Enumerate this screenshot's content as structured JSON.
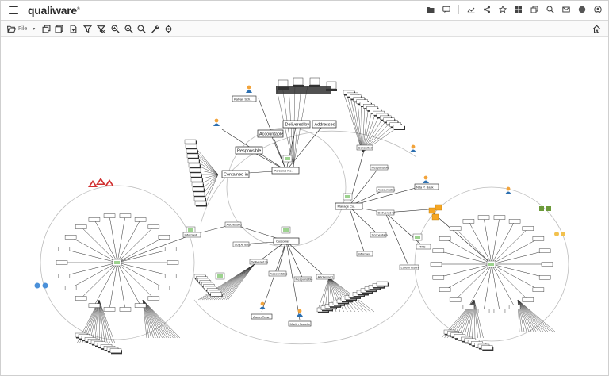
{
  "app": {
    "brand": "qualiware",
    "brand_mark": "®"
  },
  "topbar": {
    "icons": [
      "folder-icon",
      "comment-icon",
      "chart-icon",
      "share-icon",
      "star-icon",
      "grid-icon",
      "copy-icon",
      "search-icon",
      "mail-icon",
      "globe-icon",
      "user-icon"
    ]
  },
  "toolbar": {
    "file_label": "File",
    "tools": [
      "layers-icon",
      "stack-icon",
      "document-add-icon",
      "filter-icon",
      "filter-clear-icon",
      "zoom-in-icon",
      "zoom-out-icon",
      "zoom-fit-icon",
      "wrench-icon",
      "target-icon"
    ],
    "home_icon": "home-icon"
  },
  "diagram": {
    "center_nodes": [
      {
        "label": "Customer",
        "key": "customer"
      },
      {
        "label": "Personal Re..",
        "key": "personal"
      },
      {
        "label": "Manage Cu..",
        "key": "manage"
      }
    ],
    "relation_labels": {
      "delivered_by": "Delivered by",
      "addressed": "Addressed",
      "accountable": "Accountable",
      "responsible": "Responsible",
      "contained_in": "Contained in",
      "consulted": "Consulted",
      "informed": "Informed",
      "responsible2": "Responsible",
      "accountable2": "Accountable",
      "delivered_to": "Delivered to",
      "scope_data": "Scope data",
      "address_rel": "Addressed",
      "delivered_to2": "Delivered to",
      "accountable3": "Accountable",
      "responsible3": "Responsible",
      "addressed3": "Addressed",
      "scope_data2": "Scope data",
      "informed2": "Informed"
    },
    "people": [
      {
        "label": "Kalyan Sch..",
        "key": "p1"
      },
      {
        "label": "Nita P. Bask",
        "key": "p2"
      },
      {
        "label": "Aaron Trow",
        "key": "p3"
      },
      {
        "label": "Martin Sanche",
        "key": "p4"
      }
    ],
    "small_labels": [
      "TFS",
      "Lorem Ipsum"
    ]
  },
  "colors": {
    "accent": "#2c6fb0",
    "person_orange": "#f2a33a",
    "doc_green": "#7cc36a",
    "warning_red": "#d03030",
    "ring": "#b9b9b9",
    "edge": "#2a2a2a"
  }
}
